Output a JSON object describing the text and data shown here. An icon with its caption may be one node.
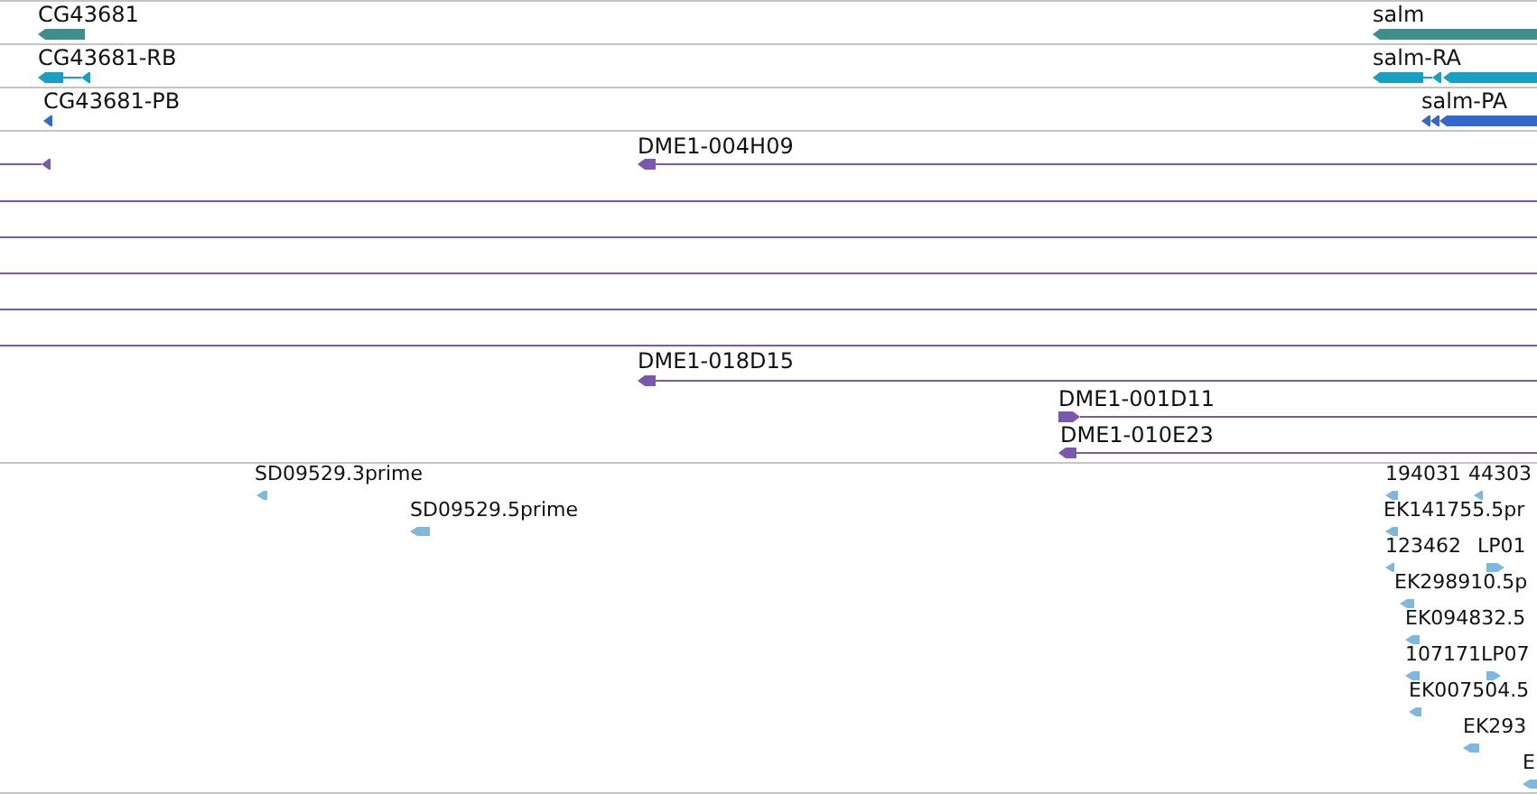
{
  "diagram": {
    "nodes": [
      {
        "text": [
          "CG43681"
        ]
      },
      {
        "text": [
          "salm"
        ]
      },
      {
        "text": [
          "CG43681-RB"
        ]
      },
      {
        "text": [
          "salm-RA"
        ]
      },
      {
        "text": [
          "CG43681-PB"
        ]
      },
      {
        "text": [
          "salm-PA"
        ]
      },
      {
        "text": [],
        "shape": "line"
      },
      {
        "text": [
          "DME1-004H09"
        ]
      },
      {
        "text": [],
        "shape": "line"
      },
      {
        "text": [],
        "shape": "line"
      },
      {
        "text": [],
        "shape": "line"
      },
      {
        "text": [],
        "shape": "line"
      },
      {
        "text": [],
        "shape": "line"
      },
      {
        "text": [
          "DME1-018D15"
        ]
      },
      {
        "text": [
          "DME1-001D11"
        ]
      },
      {
        "text": [
          "DME1-010E23"
        ]
      },
      {
        "text": [
          "SD09529.3prime"
        ]
      },
      {
        "text": [
          "SD09529.5prime"
        ]
      },
      {
        "text": [
          "194031"
        ]
      },
      {
        "text": [
          "44303"
        ]
      },
      {
        "text": [
          "EK141755.5pr"
        ]
      },
      {
        "text": [
          "123462"
        ]
      },
      {
        "text": [
          "LP01"
        ]
      },
      {
        "text": [
          "EK298910.5p"
        ]
      },
      {
        "text": [
          "EK094832.5"
        ]
      },
      {
        "text": [
          "107171"
        ]
      },
      {
        "text": [
          "LP07"
        ]
      },
      {
        "text": [
          "EK007504.5"
        ]
      },
      {
        "text": [
          "EK293"
        ]
      },
      {
        "text": [
          "E"
        ]
      }
    ]
  }
}
